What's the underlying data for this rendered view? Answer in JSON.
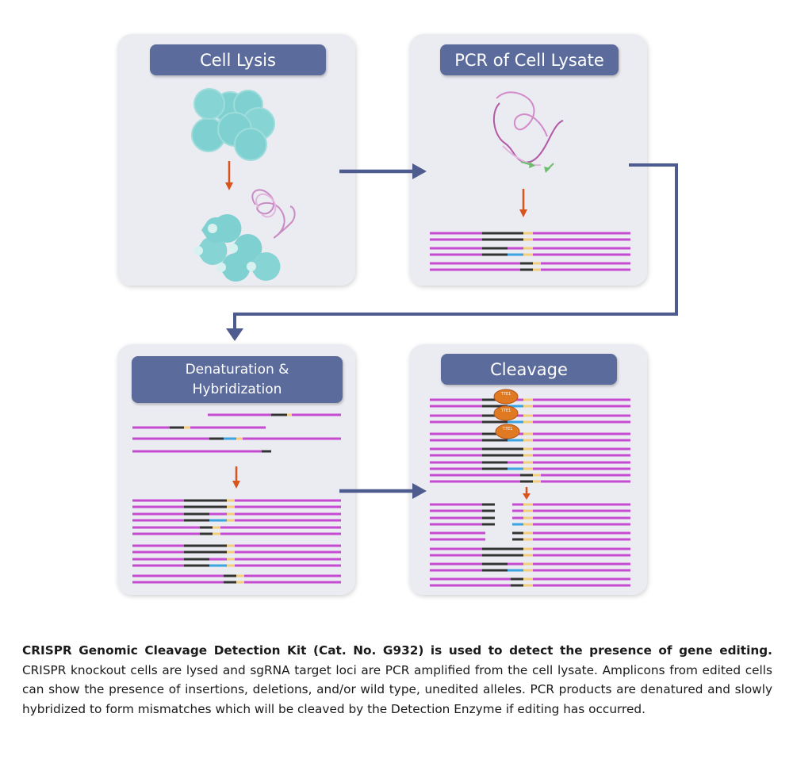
{
  "panels": {
    "cell_lysis": {
      "title": "Cell Lysis"
    },
    "pcr": {
      "title": "PCR of Cell Lysate"
    },
    "denaturation": {
      "title_line1": "Denaturation &",
      "title_line2": "Hybridization"
    },
    "cleavage": {
      "title": "Cleavage",
      "enzyme_label": "T7E1"
    }
  },
  "caption": {
    "bold": "CRISPR Genomic Cleavage Detection Kit (Cat. No. G932) is used to detect the presence of gene editing.",
    "text": " CRISPR knockout cells are lysed and sgRNA target loci are PCR amplified from the cell lysate.  Amplicons from edited cells can show the presence of insertions, deletions, and/or wild type, unedited alleles. PCR products are denatured and slowly hybridized to form mismatches which will be cleaved by the Detection Enzyme if editing has occurred."
  },
  "colors": {
    "panel_bg": "#ebebf2",
    "title_bg": "#5b6b9c",
    "connector": "#4e5b8f",
    "dna_strand": "#c54bd0",
    "target_black": "#333333",
    "insert_blue": "#3ba3e0",
    "target_yellow": "#f2cf7c",
    "cell": "#7fd1d1",
    "process_arrow": "#d9541c",
    "enzyme": "#e07a22"
  }
}
